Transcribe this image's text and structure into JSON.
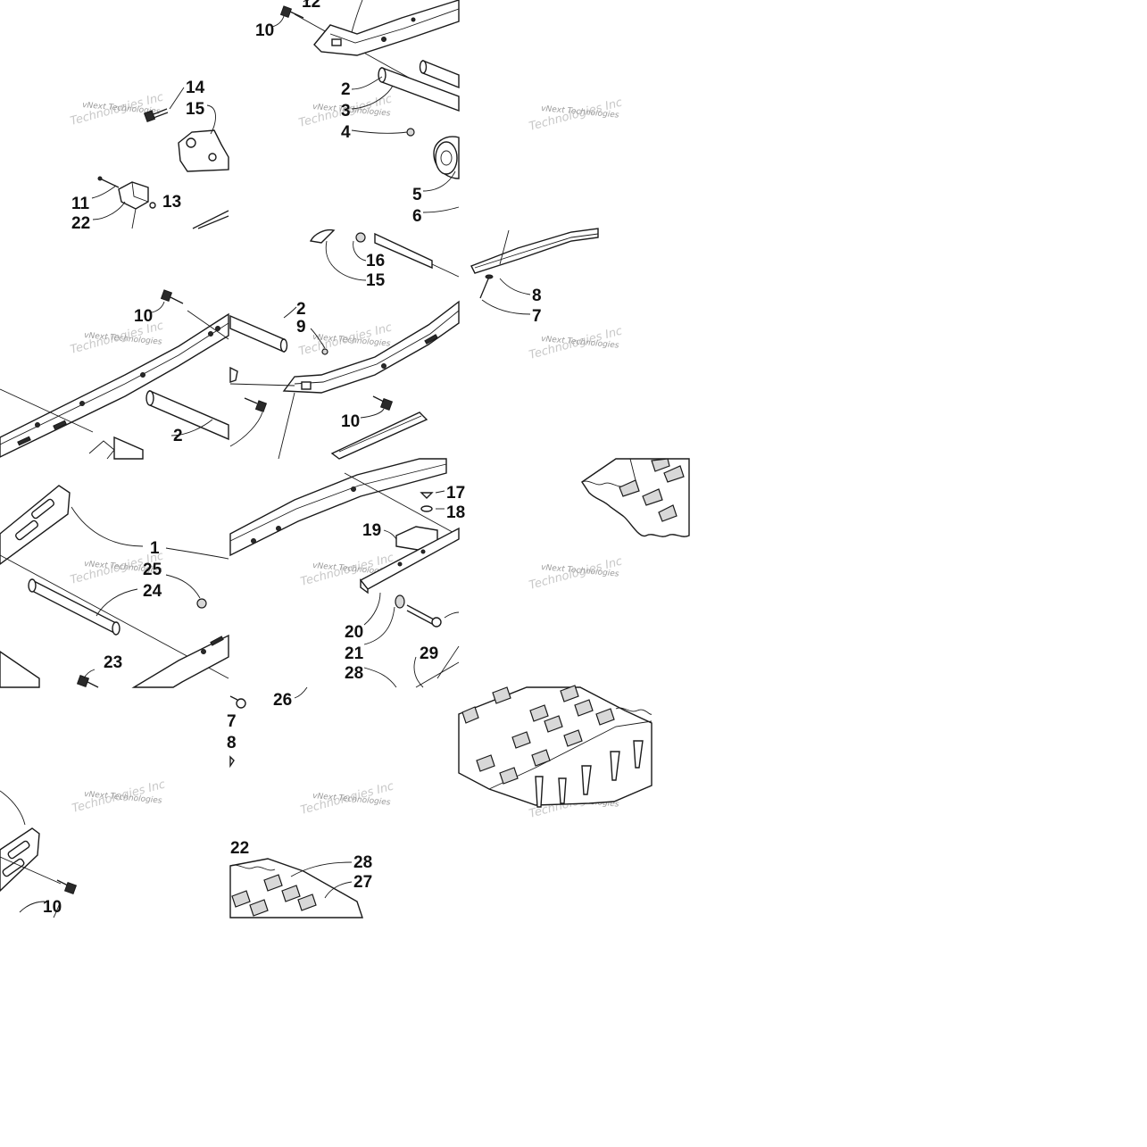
{
  "watermark": {
    "line1": "vNext Technologies",
    "line2": "Technologies Inc"
  },
  "callouts": {
    "c1": "1",
    "c2a": "2",
    "c2b": "2",
    "c2c": "2",
    "c3": "3",
    "c4": "4",
    "c5": "5",
    "c6": "6",
    "c7a": "7",
    "c7b": "7",
    "c8a": "8",
    "c8b": "8",
    "c9": "9",
    "c10a": "10",
    "c10b": "10",
    "c10c": "10",
    "c10d": "10",
    "c11": "11",
    "c12": "12",
    "c13": "13",
    "c14": "14",
    "c15a": "15",
    "c15b": "15",
    "c16": "16",
    "c17": "17",
    "c18": "18",
    "c19": "19",
    "c20": "20",
    "c21": "21",
    "c22a": "22",
    "c22b": "22",
    "c23": "23",
    "c24": "24",
    "c25": "25",
    "c26": "26",
    "c27": "27",
    "c28a": "28",
    "c28b": "28",
    "c29": "29"
  }
}
